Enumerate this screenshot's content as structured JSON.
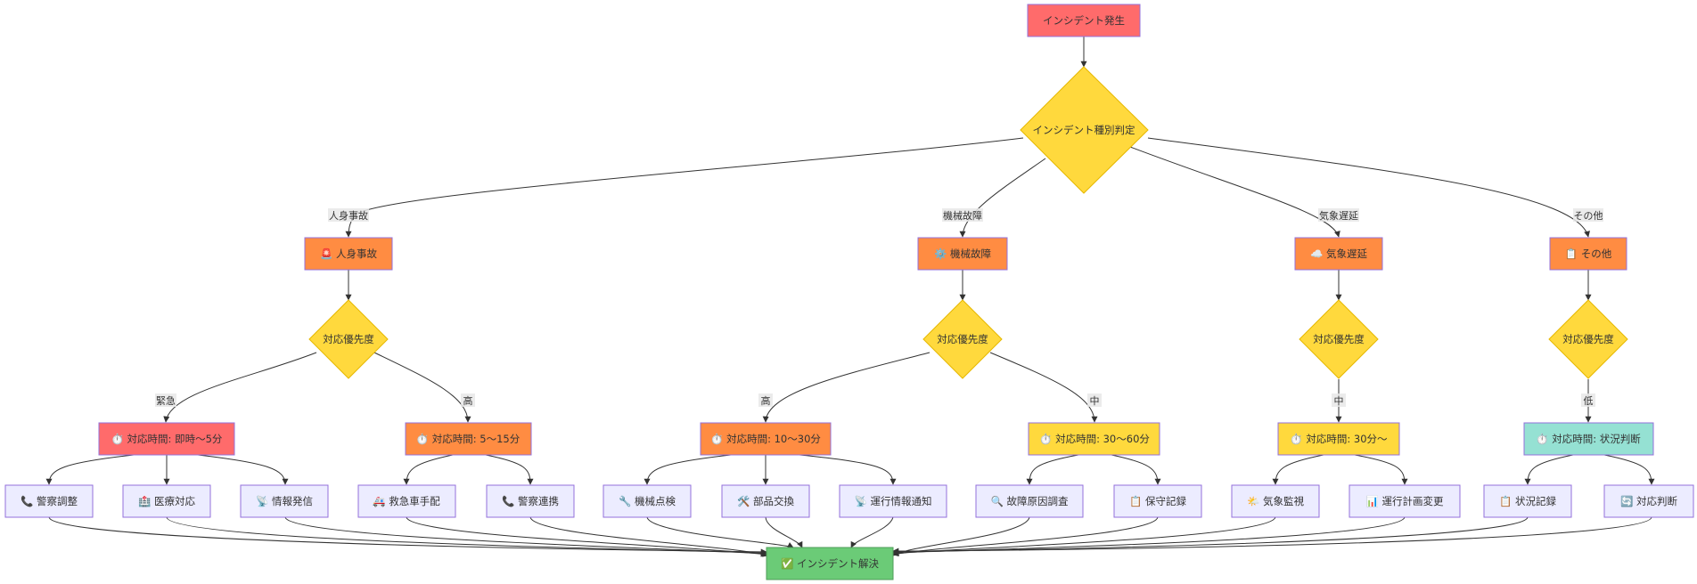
{
  "diagram": {
    "colors": {
      "red": "#ff6b6b",
      "orange": "#ff8c42",
      "yellow": "#ffd93d",
      "teal": "#95e1d3",
      "lavender": "#ececff",
      "green": "#6bcb77",
      "edge": "#333333"
    },
    "nodes": {
      "start": {
        "label": "インシデント発生"
      },
      "type_decision": {
        "label": "インシデント種別判定"
      },
      "personal": {
        "label": "🚨 人身事故"
      },
      "mechanical": {
        "label": "⚙️ 機械故障"
      },
      "weather": {
        "label": "☁️ 気象遅延"
      },
      "other": {
        "label": "📋 その他"
      },
      "prio1": {
        "label": "対応優先度"
      },
      "prio2": {
        "label": "対応優先度"
      },
      "prio3": {
        "label": "対応優先度"
      },
      "prio4": {
        "label": "対応優先度"
      },
      "t_immediate": {
        "label": "⏱️ 対応時間: 即時～5分"
      },
      "t_5_15": {
        "label": "⏱️ 対応時間: 5～15分"
      },
      "t_10_30": {
        "label": "⏱️ 対応時間: 10～30分"
      },
      "t_30_60": {
        "label": "⏱️ 対応時間: 30～60分"
      },
      "t_30plus": {
        "label": "⏱️ 対応時間: 30分～"
      },
      "t_judge": {
        "label": "⏱️ 対応時間: 状況判断"
      },
      "a_police_coord": {
        "label": "📞 警察調整"
      },
      "a_medical": {
        "label": "🏥 医療対応"
      },
      "a_info": {
        "label": "📡 情報発信"
      },
      "a_ambulance": {
        "label": "🚑 救急車手配"
      },
      "a_police_link": {
        "label": "📞 警察連携"
      },
      "a_inspect": {
        "label": "🔧 機械点検"
      },
      "a_parts": {
        "label": "🛠️ 部品交換"
      },
      "a_notify": {
        "label": "📡 運行情報通知"
      },
      "a_cause": {
        "label": "🔍 故障原因調査"
      },
      "a_maint": {
        "label": "📋 保守記録"
      },
      "a_weather_mon": {
        "label": "🌤️ 気象監視"
      },
      "a_plan": {
        "label": "📊 運行計画変更"
      },
      "a_record": {
        "label": "📋 状況記録"
      },
      "a_judge": {
        "label": "🔄 対応判断"
      },
      "end": {
        "label": "✅ インシデント解決"
      }
    },
    "edge_labels": {
      "personal": "人身事故",
      "mechanical": "機械故障",
      "weather": "気象遅延",
      "other": "その他",
      "urgent": "緊急",
      "high1": "高",
      "high2": "高",
      "mid1": "中",
      "mid2": "中",
      "low": "低"
    }
  }
}
